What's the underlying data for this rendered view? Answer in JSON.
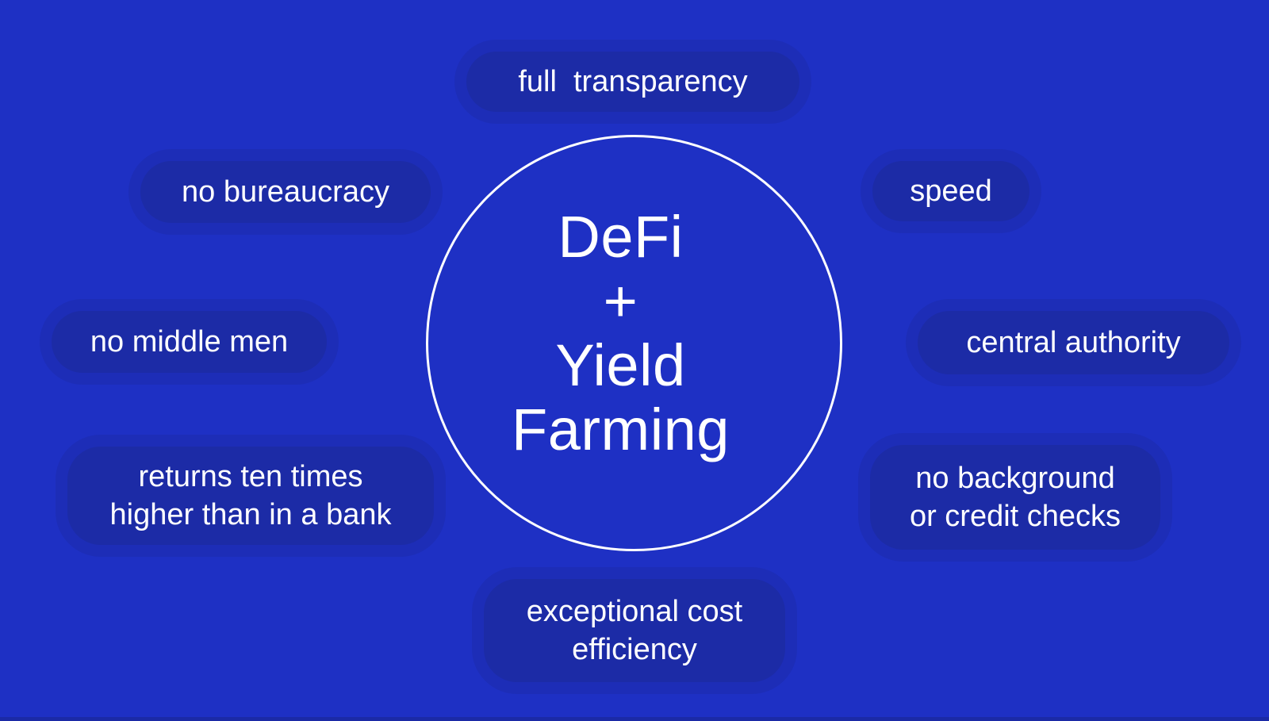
{
  "title": {
    "lines": [
      "DeFi",
      "+",
      "Yield",
      "Farming"
    ]
  },
  "pills": [
    {
      "id": "full-transparency",
      "label": "full  transparency",
      "position": "top"
    },
    {
      "id": "no-bureaucracy",
      "label": "no bureaucracy",
      "position": "upper-left"
    },
    {
      "id": "speed",
      "label": "speed",
      "position": "upper-right"
    },
    {
      "id": "no-middle-men",
      "label": "no middle men",
      "position": "middle-left"
    },
    {
      "id": "central-authority",
      "label": "central authority",
      "position": "middle-right"
    },
    {
      "id": "returns",
      "label": "returns ten times\nhigher than in a bank",
      "position": "lower-left"
    },
    {
      "id": "no-background",
      "label": "no background\nor credit checks",
      "position": "lower-right"
    },
    {
      "id": "cost-efficiency",
      "label": "exceptional cost\nefficiency",
      "position": "bottom"
    }
  ],
  "colors": {
    "background_color": "#1E30C4",
    "pill_color": "#1C2BA6",
    "circle_border_color": "#FFFFFF",
    "text_color": "#FFFFFF",
    "bottom_strip_color": "#1B2AA6"
  }
}
